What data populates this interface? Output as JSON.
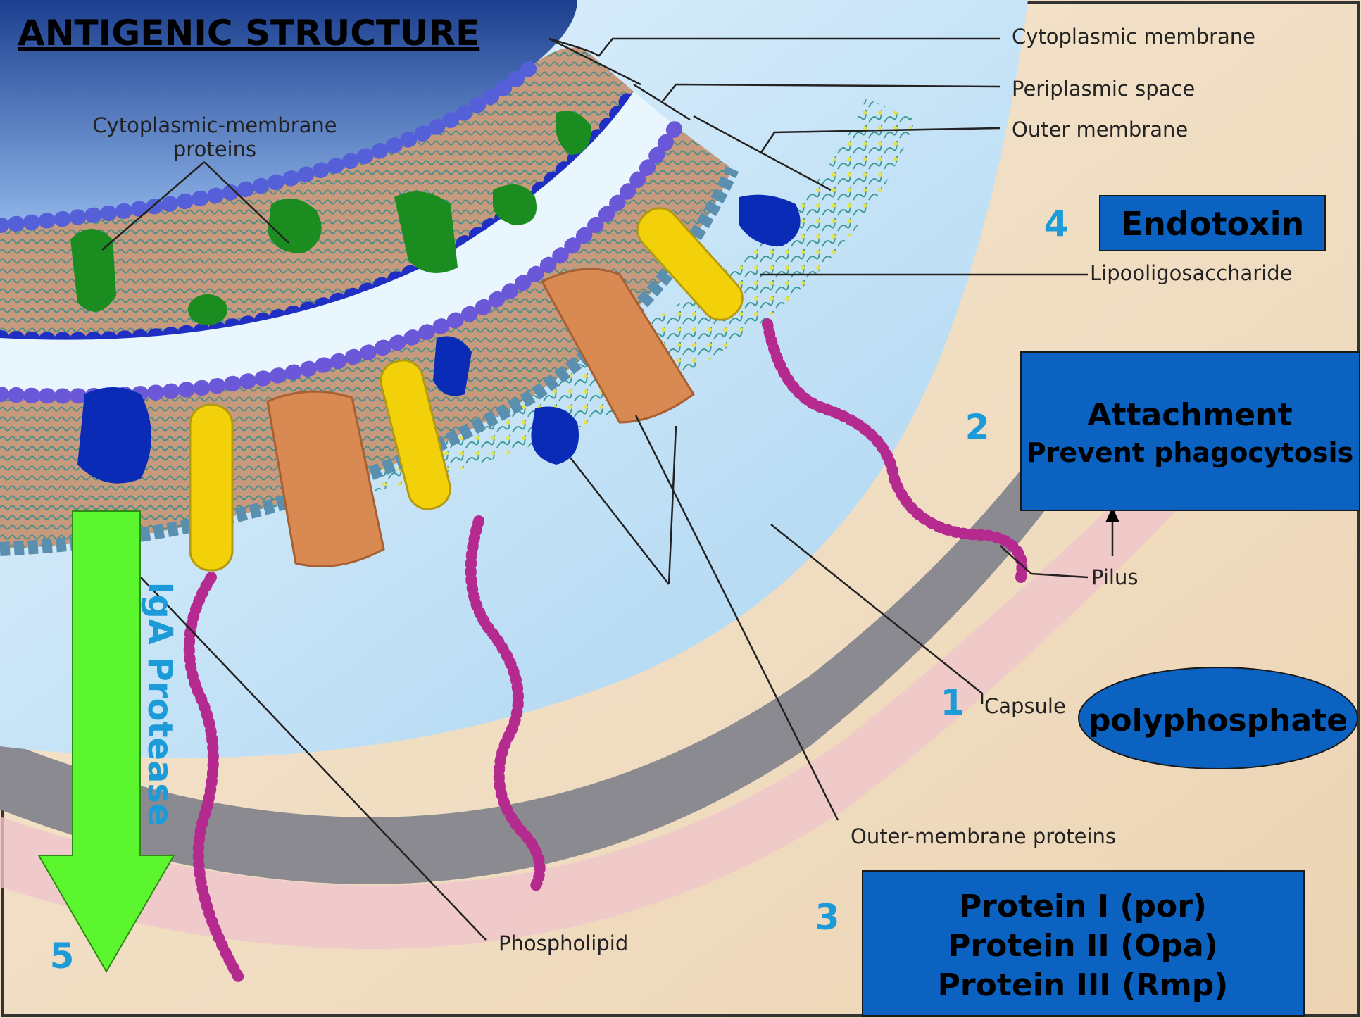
{
  "title": "ANTIGENIC STRUCTURE",
  "labels": {
    "cytoplasmic_membrane": "Cytoplasmic membrane",
    "periplasmic_space": "Periplasmic space",
    "outer_membrane": "Outer membrane",
    "cyto_proteins_line1": "Cytoplasmic-membrane",
    "cyto_proteins_line2": "proteins",
    "lipooligosaccharide": "Lipooligosaccharide",
    "pilus": "Pilus",
    "capsule": "Capsule",
    "outer_membrane_proteins": "Outer-membrane proteins",
    "phospholipid": "Phospholipid"
  },
  "callouts": {
    "endotoxin": {
      "number": "4",
      "text": "Endotoxin"
    },
    "pilus_role": {
      "number": "2",
      "line1": "Attachment",
      "line2": "Prevent phagocytosis"
    },
    "capsule_role": {
      "number": "1",
      "text": "polyphosphate"
    },
    "proteins_role": {
      "number": "3",
      "line1": "Protein I (por)",
      "line2": "Protein II (Opa)",
      "line3": "Protein III (Rmp)"
    },
    "iga": {
      "number": "5",
      "text": "IgA Protease"
    }
  },
  "colors": {
    "callout_box": "#0b62c1",
    "arrow": "#5cf62f",
    "arrow_text": "#1d9bd8",
    "numbers": "#1d9bd8",
    "background": "#f2dfc4",
    "capsule": "#bfe3f7",
    "protein_green": "#1b8c1f",
    "protein_blue": "#0a2bb5",
    "porin_orange": "#d98a52",
    "lps_yellow": "#f3d10a",
    "pilus_magenta": "#b42a8e"
  }
}
